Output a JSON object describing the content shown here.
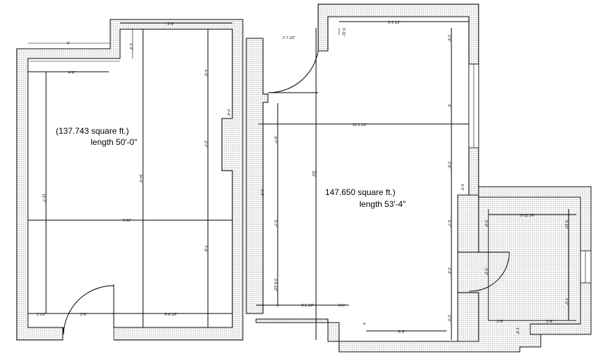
{
  "plan_a": {
    "area": "(137.743 square ft.)",
    "length": "length  50'-0\""
  },
  "plan_b": {
    "area": "147.650 square ft.)",
    "length": "length  53'-4\""
  },
  "dimensions": {
    "a_top": "6'-4\"",
    "a_step": "1'-3\"",
    "a_left_top": "4'",
    "a_inner_w": "4'-6\"",
    "a_mid_w": "9'-11\"",
    "a_h": "12'-7\"",
    "a_col1": "14'-6\"",
    "a_col2": "2'-7\"",
    "a_col3": "7'-9\"",
    "a_col4": "4'-3\"",
    "a_bottom1": "1'-1/2\"",
    "a_bottom2": "2'-6\"",
    "a_bottom3": "5'-6 1/2\"",
    "a_jamb": "0'-6\"",
    "b_top": "9'-2 1/2\"",
    "b_step": "0'-11\"",
    "b_door_w": "2'-7 1/2\"",
    "b_mid_w": "10'-2 1/2\"",
    "b_h": "15'",
    "b_left1": "8'-7\"",
    "b_left2": "5'-7\"",
    "b_left3": "0'-5 1/2\"",
    "b_right1": "2'-5\"",
    "b_right2": "6'",
    "b_right3": "2'-5\"",
    "b_right4": "5'-7\"",
    "b_right5": "2'-2\"",
    "b_right6": "2'-3\"",
    "b_bottom1": "0'-1 1/2\"",
    "b_bottom2": "0'-5\"",
    "b_bottom3": "5'-8\"",
    "b_bottom4": "4'",
    "b_notch": "0'-3\"",
    "c_top": "5'-11 1/4\"",
    "c_left": "2'-6\"",
    "c_right1": "3'-10\"",
    "c_right2": "4'-1\"",
    "c_mid": "2'-2\"",
    "c_bottom1": "2'-6\"",
    "c_bottom2": "2'-6\"",
    "c_bottom3": "1'-3\"",
    "c_left2": "0'-3\""
  }
}
